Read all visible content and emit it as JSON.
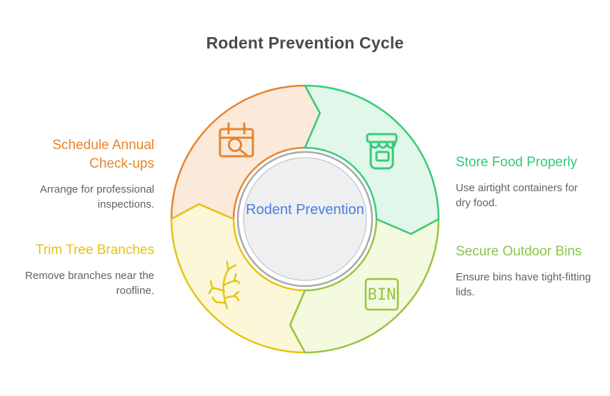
{
  "title": "Rodent Prevention Cycle",
  "center_label": "Rodent Prevention",
  "steps": [
    {
      "heading": "Schedule Annual Check-ups",
      "body": "Arrange for professional inspections.",
      "icon": "calendar-search-icon",
      "position": "top-left",
      "accent": "#e8842e"
    },
    {
      "heading": "Store Food Properly",
      "body": "Use airtight containers for dry food.",
      "icon": "storage-jar-icon",
      "position": "top-right",
      "accent": "#2ecc71"
    },
    {
      "heading": "Secure Outdoor Bins",
      "body": "Ensure bins have tight-fitting lids.",
      "icon": "bin-icon",
      "icon_label": "BIN",
      "position": "bottom-right",
      "accent": "#8bc34a"
    },
    {
      "heading": "Trim Tree Branches",
      "body": "Remove branches near the roofline.",
      "icon": "tree-branch-icon",
      "position": "bottom-left",
      "accent": "#e3c414"
    }
  ],
  "colors": {
    "title-color": "#4a4a4a",
    "body-color": "#5f6368",
    "center-text": "#4a7ee0",
    "center-fill": "#edeff1",
    "center-ring-outer": "#a6a9ac",
    "center-ring-inner": "#c9cdd1",
    "seg-orange-stroke": "#e8842e",
    "seg-orange-fill": "#fbe9da",
    "seg-green-stroke": "#38cb77",
    "seg-green-fill": "#e0f7ea",
    "seg-lime-stroke": "#97c43f",
    "seg-lime-fill": "#f3fadf",
    "seg-yellow-stroke": "#e3c414",
    "seg-yellow-fill": "#fcf7d8",
    "heading-green": "#2ecc71",
    "heading-lime": "#8bc34a"
  }
}
